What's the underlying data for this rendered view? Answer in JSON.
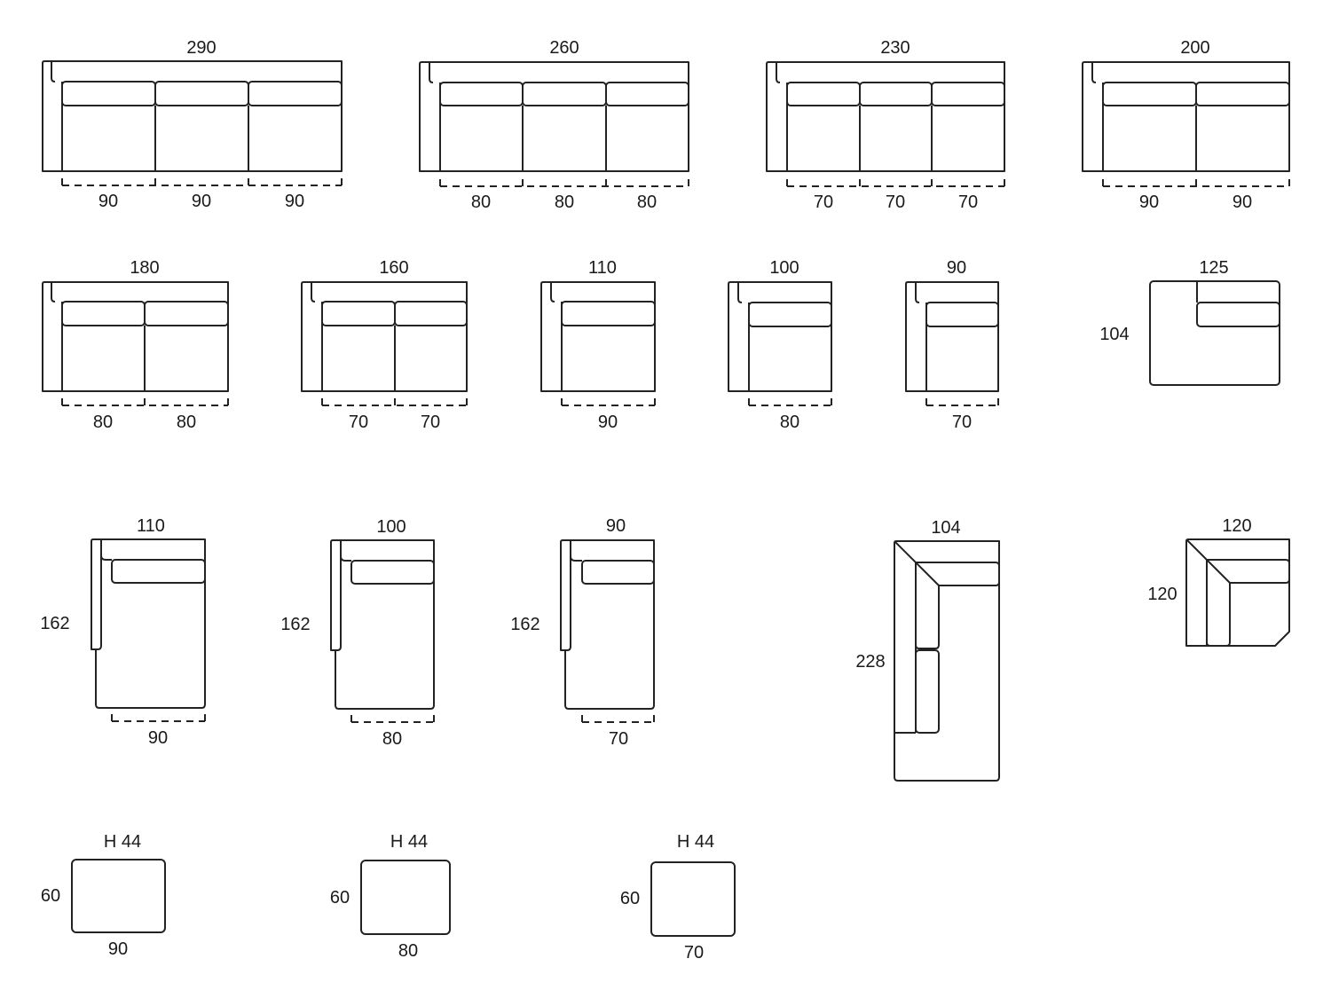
{
  "colors": {
    "line": "#222222",
    "text": "#1a1a1a",
    "background": "#ffffff"
  },
  "modules": {
    "sofa_290": {
      "width": "290",
      "seats": [
        "90",
        "90",
        "90"
      ]
    },
    "sofa_260": {
      "width": "260",
      "seats": [
        "80",
        "80",
        "80"
      ]
    },
    "sofa_230": {
      "width": "230",
      "seats": [
        "70",
        "70",
        "70"
      ]
    },
    "sofa_200": {
      "width": "200",
      "seats": [
        "90",
        "90"
      ]
    },
    "sofa_180": {
      "width": "180",
      "seats": [
        "80",
        "80"
      ]
    },
    "sofa_160": {
      "width": "160",
      "seats": [
        "70",
        "70"
      ]
    },
    "sofa_110": {
      "width": "110",
      "seats": [
        "90"
      ]
    },
    "sofa_100": {
      "width": "100",
      "seats": [
        "80"
      ]
    },
    "sofa_90": {
      "width": "90",
      "seats": [
        "70"
      ]
    },
    "end_125": {
      "width": "125",
      "depth": "104"
    },
    "chaise_110": {
      "width": "110",
      "depth": "162",
      "seat": "90"
    },
    "chaise_100": {
      "width": "100",
      "depth": "162",
      "seat": "80"
    },
    "chaise_90": {
      "width": "90",
      "depth": "162",
      "seat": "70"
    },
    "corner_104": {
      "width": "104",
      "depth": "228"
    },
    "corner_120": {
      "width": "120",
      "depth": "120"
    },
    "pouf_90": {
      "height": "H 44",
      "depth": "60",
      "width": "90"
    },
    "pouf_80": {
      "height": "H 44",
      "depth": "60",
      "width": "80"
    },
    "pouf_70": {
      "height": "H 44",
      "depth": "60",
      "width": "70"
    }
  }
}
